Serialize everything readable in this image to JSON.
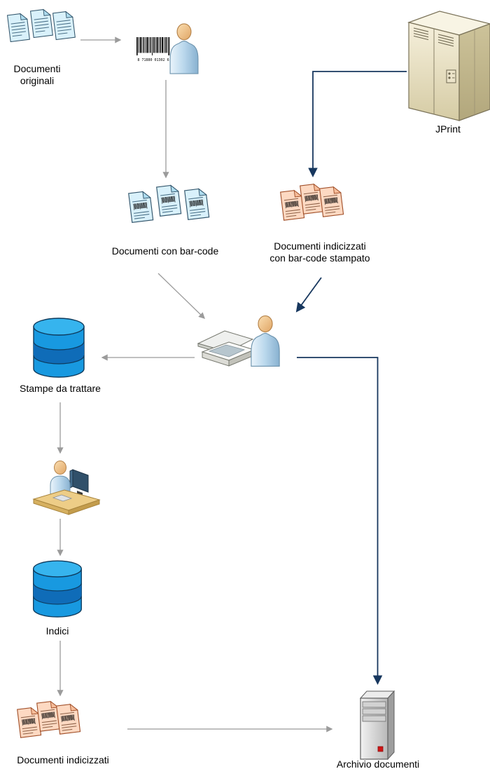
{
  "nodes": {
    "documenti_originali": {
      "label": "Documenti\noriginali"
    },
    "jprint": {
      "label": "JPrint"
    },
    "documenti_con_barcode": {
      "label": "Documenti con bar-code"
    },
    "documenti_indicizzati_stampato": {
      "label": "Documenti indicizzati\ncon bar-code stampato"
    },
    "stampe_da_trattare": {
      "label": "Stampe da trattare"
    },
    "indici": {
      "label": "Indici"
    },
    "documenti_indicizzati": {
      "label": "Documenti indicizzati"
    },
    "archivio_documenti": {
      "label": "Archivio documenti"
    }
  },
  "barcode_text": "8 71880 01302 6",
  "colors": {
    "arrow_gray": "#9b9b9b",
    "arrow_navy": "#17375e",
    "document_blue": "#d9f1fb",
    "document_orange": "#fdd9c2",
    "database_blue": "#1899e0",
    "server_beige": "#eee6cc",
    "tower_gray": "#d6d6d6",
    "led_red": "#d11414",
    "desk_tan": "#edcd87",
    "background": "#ffffff"
  }
}
